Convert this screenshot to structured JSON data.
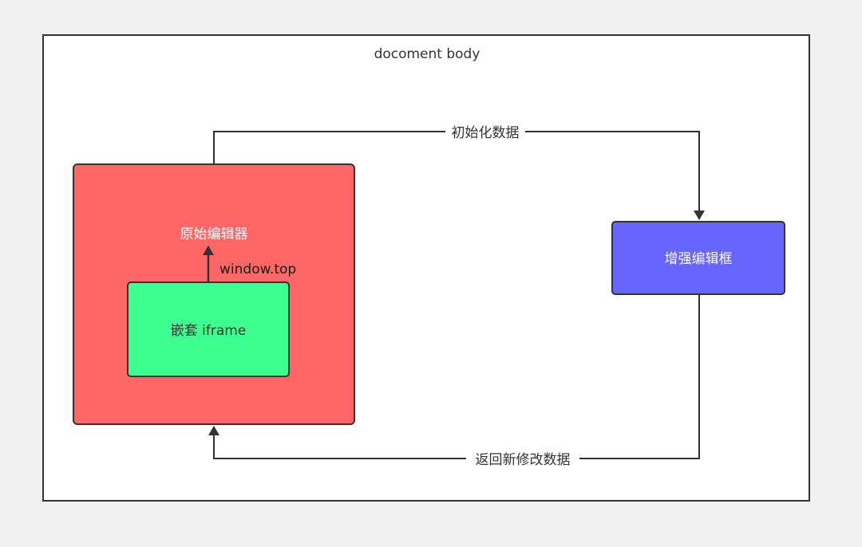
{
  "diagram": {
    "container_label": "docoment body",
    "nodes": {
      "original_editor": {
        "label": "原始编辑器",
        "fill": "#ff6666"
      },
      "nested_iframe": {
        "label": "嵌套 iframe",
        "fill": "#3dff8f"
      },
      "enhanced_editor": {
        "label": "增强编辑框",
        "fill": "#6666ff"
      }
    },
    "edges": {
      "init_data": {
        "label": "初始化数据"
      },
      "return_data": {
        "label": "返回新修改数据"
      },
      "window_top": {
        "label": "window.top"
      }
    },
    "colors": {
      "frame": "#ffffff",
      "stroke": "#333333",
      "background": "#f1f1f1"
    }
  }
}
